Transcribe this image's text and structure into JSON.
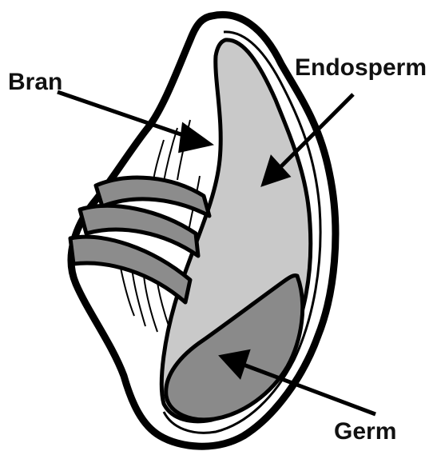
{
  "labels": {
    "bran": "Bran",
    "endosperm": "Endosperm",
    "germ": "Germ"
  },
  "colors": {
    "outline": "#000000",
    "background": "#ffffff",
    "endosperm_fill": "#c9c9c9",
    "germ_fill": "#8a8a8a",
    "bran_layer_fill": "#8c8c8c"
  }
}
